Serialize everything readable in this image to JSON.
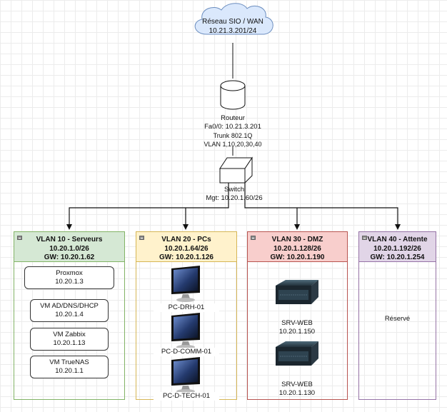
{
  "wan": {
    "title": "Réseau SIO / WAN",
    "ip": "10.21.3.201/24",
    "icon": "cloud-icon"
  },
  "router": {
    "name": "Routeur",
    "interface": "Fa0/0: 10.21.3.201",
    "trunk": "Trunk 802.1Q",
    "vlans": "VLAN 1,10,20,30,40",
    "icon": "router-icon"
  },
  "switch": {
    "name": "Switch",
    "mgmt": "Mgt: 10.20.1.60/26",
    "icon": "switch-icon"
  },
  "vlans": [
    {
      "title": "VLAN 10 - Serveurs",
      "subnet": "10.20.1.0/26",
      "gateway": "GW: 10.20.1.62",
      "color": "#d5e8d4",
      "border": "#82b366",
      "items": [
        {
          "name": "Proxmox",
          "ip": "10.20.1.3"
        },
        {
          "name": "VM AD/DNS/DHCP",
          "ip": "10.20.1.4"
        },
        {
          "name": "VM Zabbix",
          "ip": "10.20.1.13"
        },
        {
          "name": "VM TrueNAS",
          "ip": "10.20.1.1"
        }
      ]
    },
    {
      "title": "VLAN 20 - PCs",
      "subnet": "10.20.1.64/26",
      "gateway": "GW: 10.20.1.126",
      "color": "#fff2cc",
      "border": "#d6b656",
      "items": [
        {
          "name": "PC-DRH-01",
          "icon": "monitor-icon"
        },
        {
          "name": "PC-D-COMM-01",
          "icon": "monitor-icon"
        },
        {
          "name": "PC-D-TECH-01",
          "icon": "monitor-icon"
        }
      ]
    },
    {
      "title": "VLAN 30 - DMZ",
      "subnet": "10.20.1.128/26",
      "gateway": "GW: 10.20.1.190",
      "color": "#f8cecc",
      "border": "#b85450",
      "items": [
        {
          "name": "SRV-WEB",
          "ip": "10.20.1.150",
          "icon": "server-icon"
        },
        {
          "name": "SRV-WEB",
          "ip": "10.20.1.130",
          "icon": "server-icon"
        }
      ]
    },
    {
      "title": "VLAN 40 - Attente",
      "subnet": "10.20.1.192/26",
      "gateway": "GW: 10.20.1.254",
      "color": "#e1d5e7",
      "border": "#9673a6",
      "note": "Réservé"
    }
  ]
}
